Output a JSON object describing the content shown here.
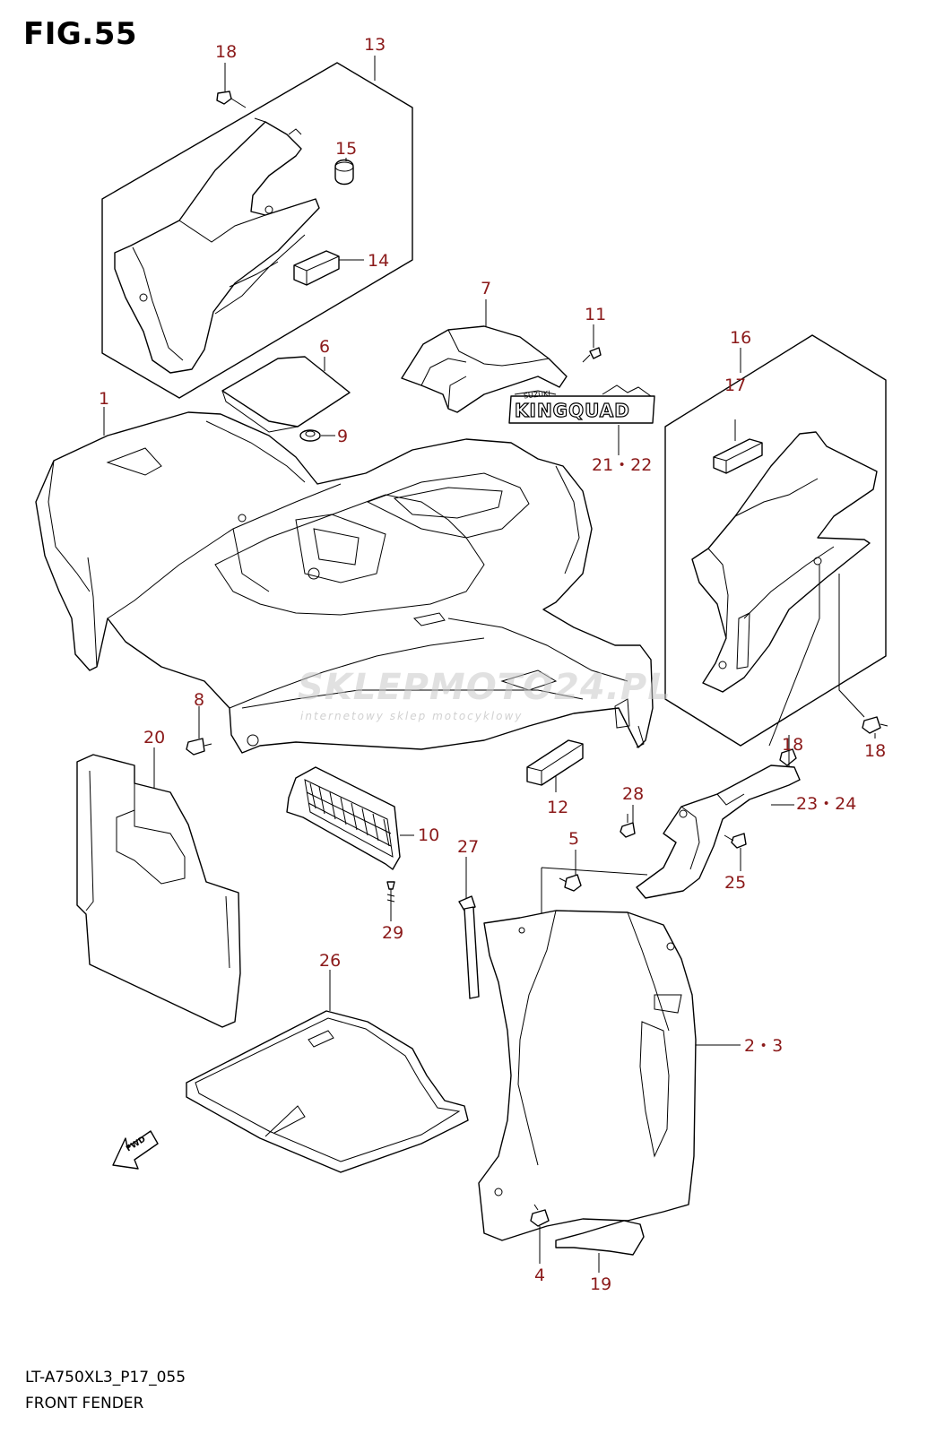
{
  "figure": {
    "title": "FIG.55",
    "code": "LT-A750XL3_P17_055",
    "name": "FRONT FENDER"
  },
  "watermark": {
    "brand": "SKLEPMOTO24.PL",
    "tagline": "internetowy sklep motocyklowy"
  },
  "decal_text": {
    "brand": "SUZUKI",
    "model": "KINGQUAD"
  },
  "fwd_label": "FWD",
  "callouts": {
    "c1": "1",
    "c2_3": "2・3",
    "c4": "4",
    "c5": "5",
    "c6": "6",
    "c7": "7",
    "c8": "8",
    "c9": "9",
    "c10": "10",
    "c11": "11",
    "c12": "12",
    "c13": "13",
    "c14": "14",
    "c15": "15",
    "c16": "16",
    "c17": "17",
    "c18_top": "18",
    "c18_mid": "18",
    "c18_right": "18",
    "c19": "19",
    "c20": "20",
    "c21_22": "21・22",
    "c23_24": "23・24",
    "c25": "25",
    "c26": "26",
    "c27": "27",
    "c28": "28",
    "c29": "29"
  },
  "colors": {
    "callout": "#8b1a1a",
    "line": "#000000",
    "watermark": "#c8c8c8"
  }
}
